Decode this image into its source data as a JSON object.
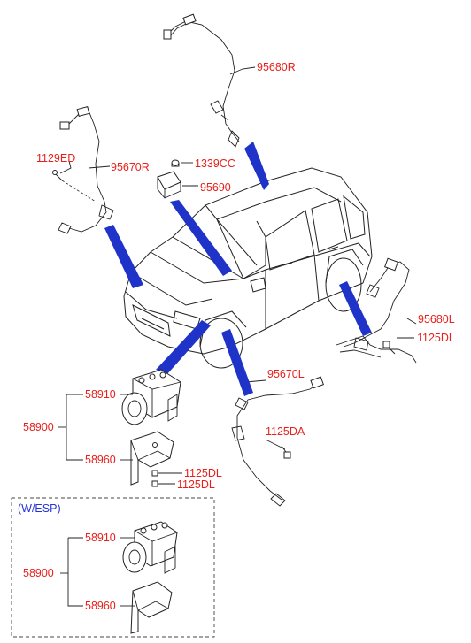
{
  "labels": {
    "p95680R": "95680R",
    "p1129ED": "1129ED",
    "p95670R": "95670R",
    "p1339CC": "1339CC",
    "p95690": "95690",
    "p95680L": "95680L",
    "p1125DL_right": "1125DL",
    "p95670L": "95670L",
    "p1125DA": "1125DA",
    "p58910_top": "58910",
    "p58900_top": "58900",
    "p58960_top": "58960",
    "p1125DL_a": "1125DL",
    "p1125DL_b": "1125DL",
    "esp_title": "(W/ESP)",
    "p58910_esp": "58910",
    "p58900_esp": "58900",
    "p58960_esp": "58960"
  },
  "colors": {
    "label": "#e8201b",
    "pointer": "#1f33c9",
    "esp_title": "#2434d6",
    "line": "#222222"
  }
}
